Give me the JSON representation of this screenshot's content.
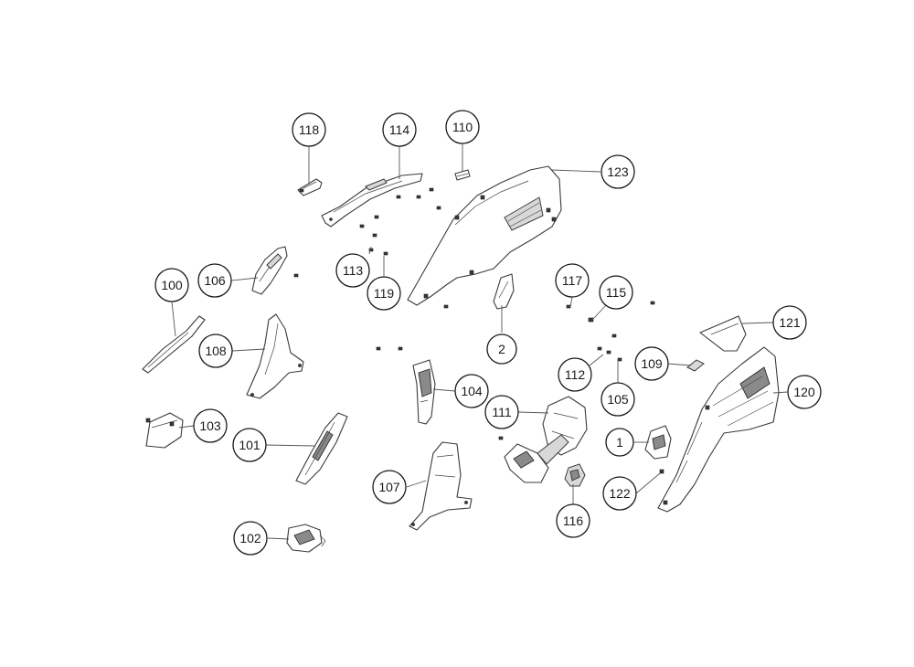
{
  "callouts": [
    {
      "id": "c118",
      "label": "118"
    },
    {
      "id": "c114",
      "label": "114"
    },
    {
      "id": "c110",
      "label": "110"
    },
    {
      "id": "c123",
      "label": "123"
    },
    {
      "id": "c106",
      "label": "106"
    },
    {
      "id": "c100",
      "label": "100"
    },
    {
      "id": "c113",
      "label": "113"
    },
    {
      "id": "c119",
      "label": "119"
    },
    {
      "id": "c117",
      "label": "117"
    },
    {
      "id": "c115",
      "label": "115"
    },
    {
      "id": "c121",
      "label": "121"
    },
    {
      "id": "c108",
      "label": "108"
    },
    {
      "id": "c2",
      "label": "2"
    },
    {
      "id": "c112",
      "label": "112"
    },
    {
      "id": "c109",
      "label": "109"
    },
    {
      "id": "c104",
      "label": "104"
    },
    {
      "id": "c105",
      "label": "105"
    },
    {
      "id": "c120",
      "label": "120"
    },
    {
      "id": "c111",
      "label": "111"
    },
    {
      "id": "c103",
      "label": "103"
    },
    {
      "id": "c101",
      "label": "101"
    },
    {
      "id": "c1",
      "label": "1"
    },
    {
      "id": "c107",
      "label": "107"
    },
    {
      "id": "c122",
      "label": "122"
    },
    {
      "id": "c116",
      "label": "116"
    },
    {
      "id": "c102",
      "label": "102"
    }
  ]
}
